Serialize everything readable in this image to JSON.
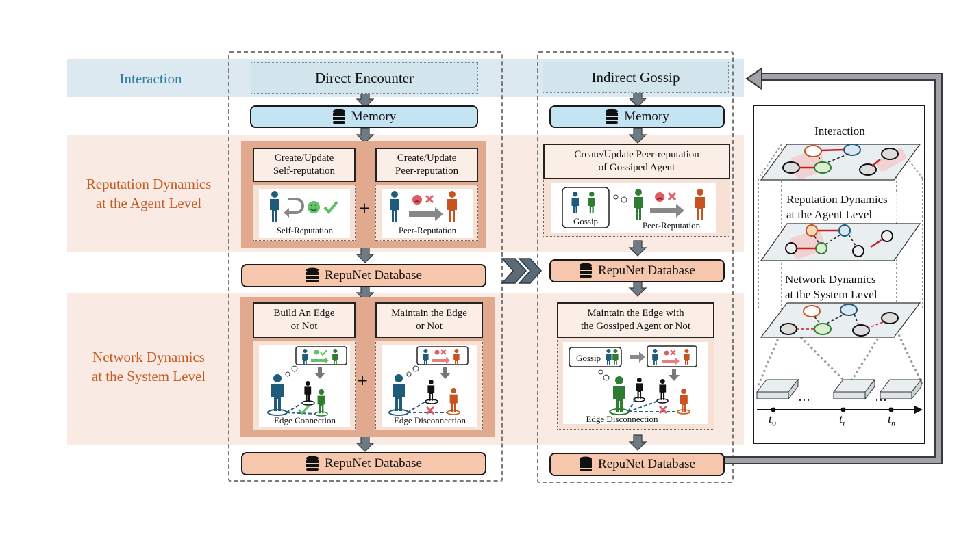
{
  "rows": {
    "interaction": "Interaction",
    "reputation_line1": "Reputation Dynamics",
    "reputation_line2": "at the Agent Level",
    "network_line1": "Network Dynamics",
    "network_line2": "at the System Level"
  },
  "left_column": {
    "title": "Direct Encounter",
    "memory": "Memory",
    "self_rep_box": [
      "Create/Update",
      "Self-reputation"
    ],
    "peer_rep_box": [
      "Create/Update",
      "Peer-reputation"
    ],
    "self_rep_caption": "Self-Reputation",
    "peer_rep_caption": "Peer-Reputation",
    "database_1": "RepuNet Database",
    "build_edge_box": [
      "Build An Edge",
      "or Not"
    ],
    "maintain_edge_box": [
      "Maintain the Edge",
      "or Not"
    ],
    "edge_connection_caption": "Edge Connection",
    "edge_disconnection_caption": "Edge Disconnection",
    "database_2": "RepuNet Database"
  },
  "right_column": {
    "title": "Indirect Gossip",
    "memory": "Memory",
    "peer_rep_box": [
      "Create/Update Peer-reputation",
      "of  Gossiped Agent"
    ],
    "gossip_label": "Gossip",
    "peer_rep_caption": "Peer-Reputation",
    "database_1": "RepuNet Database",
    "maintain_edge_box": [
      "Maintain the Edge with",
      "the Gossiped Agent or Not"
    ],
    "gossip_label_2": "Gossip",
    "edge_disconnection_caption": "Edge Disconnection",
    "database_2": "RepuNet Database"
  },
  "side_panel": {
    "interaction": "Interaction",
    "reputation_line1": "Reputation Dynamics",
    "reputation_line2": "at the Agent Level",
    "network_line1": "Network Dynamics",
    "network_line2": "at the System Level",
    "time_labels": [
      "t",
      "t",
      "t"
    ],
    "time_subs": [
      "0",
      "i",
      "n"
    ],
    "ellipsis": "…"
  },
  "icons": [
    "database-icon",
    "person-icon",
    "smile-face-icon",
    "sad-face-icon",
    "check-icon",
    "cross-icon",
    "thought-bubble-icon",
    "arrow-right-icon",
    "arrow-down-icon",
    "chevron-double-right-icon"
  ],
  "colors": {
    "interaction_band": "#dde9f0",
    "dynamics_band": "#faeae4",
    "interaction_text": "#2f7fa0",
    "dynamics_text": "#c65a22",
    "memory_fill": "#c4e4f3",
    "database_fill": "#f6c7ad",
    "panel_fill": "#e1aa8e",
    "arrow_fill": "#6e7b84"
  }
}
